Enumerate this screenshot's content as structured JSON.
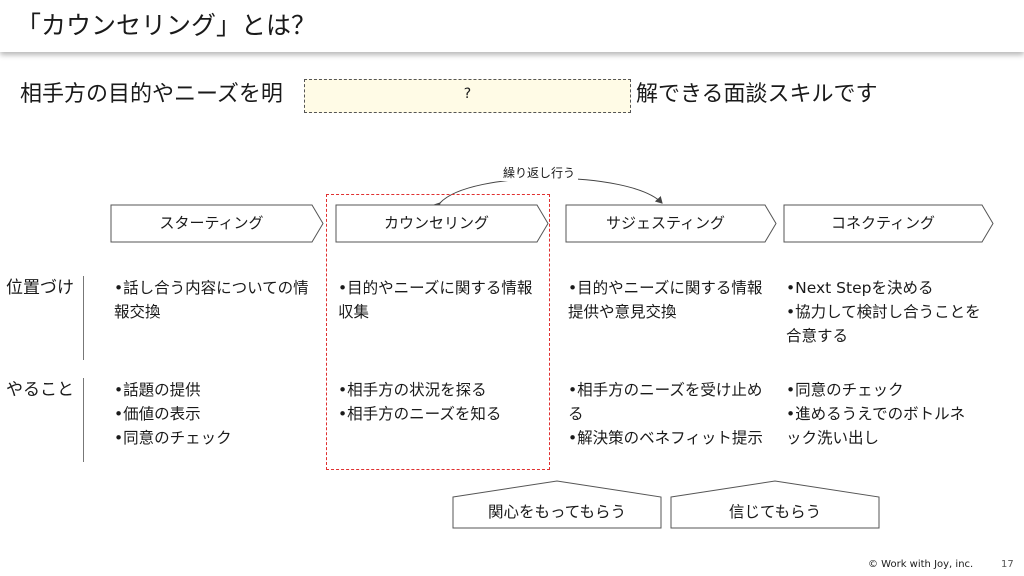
{
  "header": {
    "title": "「カウンセリング」とは？"
  },
  "subtitle": {
    "lead": "相手方の目的やニーズを明",
    "blank": "?",
    "tail": "解できる面談スキルです"
  },
  "loop_label": "繰り返し行う",
  "phases": [
    "スターティング",
    "カウンセリング",
    "サジェスティング",
    "コネクティング"
  ],
  "rows": [
    {
      "label": "位置づけ",
      "cells": [
        [
          "•話し合う内容についての情報交換"
        ],
        [
          "•目的やニーズに関する情報収集"
        ],
        [
          "•目的やニーズに関する情報提供や意見交換"
        ],
        [
          "•Next Stepを決める",
          "•協力して検討し合うことを合意する"
        ]
      ]
    },
    {
      "label": "やること",
      "cells": [
        [
          "•話題の提供",
          "•価値の表示",
          "•同意のチェック"
        ],
        [
          "•相手方の状況を探る",
          "•相手方のニーズを知る"
        ],
        [
          "•相手方のニーズを受け止める",
          "•解決策のベネフィット提示"
        ],
        [
          "•同意のチェック",
          "•進めるうえでのボトルネック洗い出し"
        ]
      ]
    }
  ],
  "bottom": [
    "関心をもってもらう",
    "信じてもらう"
  ],
  "footer": {
    "copyright": "© Work with Joy, inc.",
    "page": "17"
  }
}
